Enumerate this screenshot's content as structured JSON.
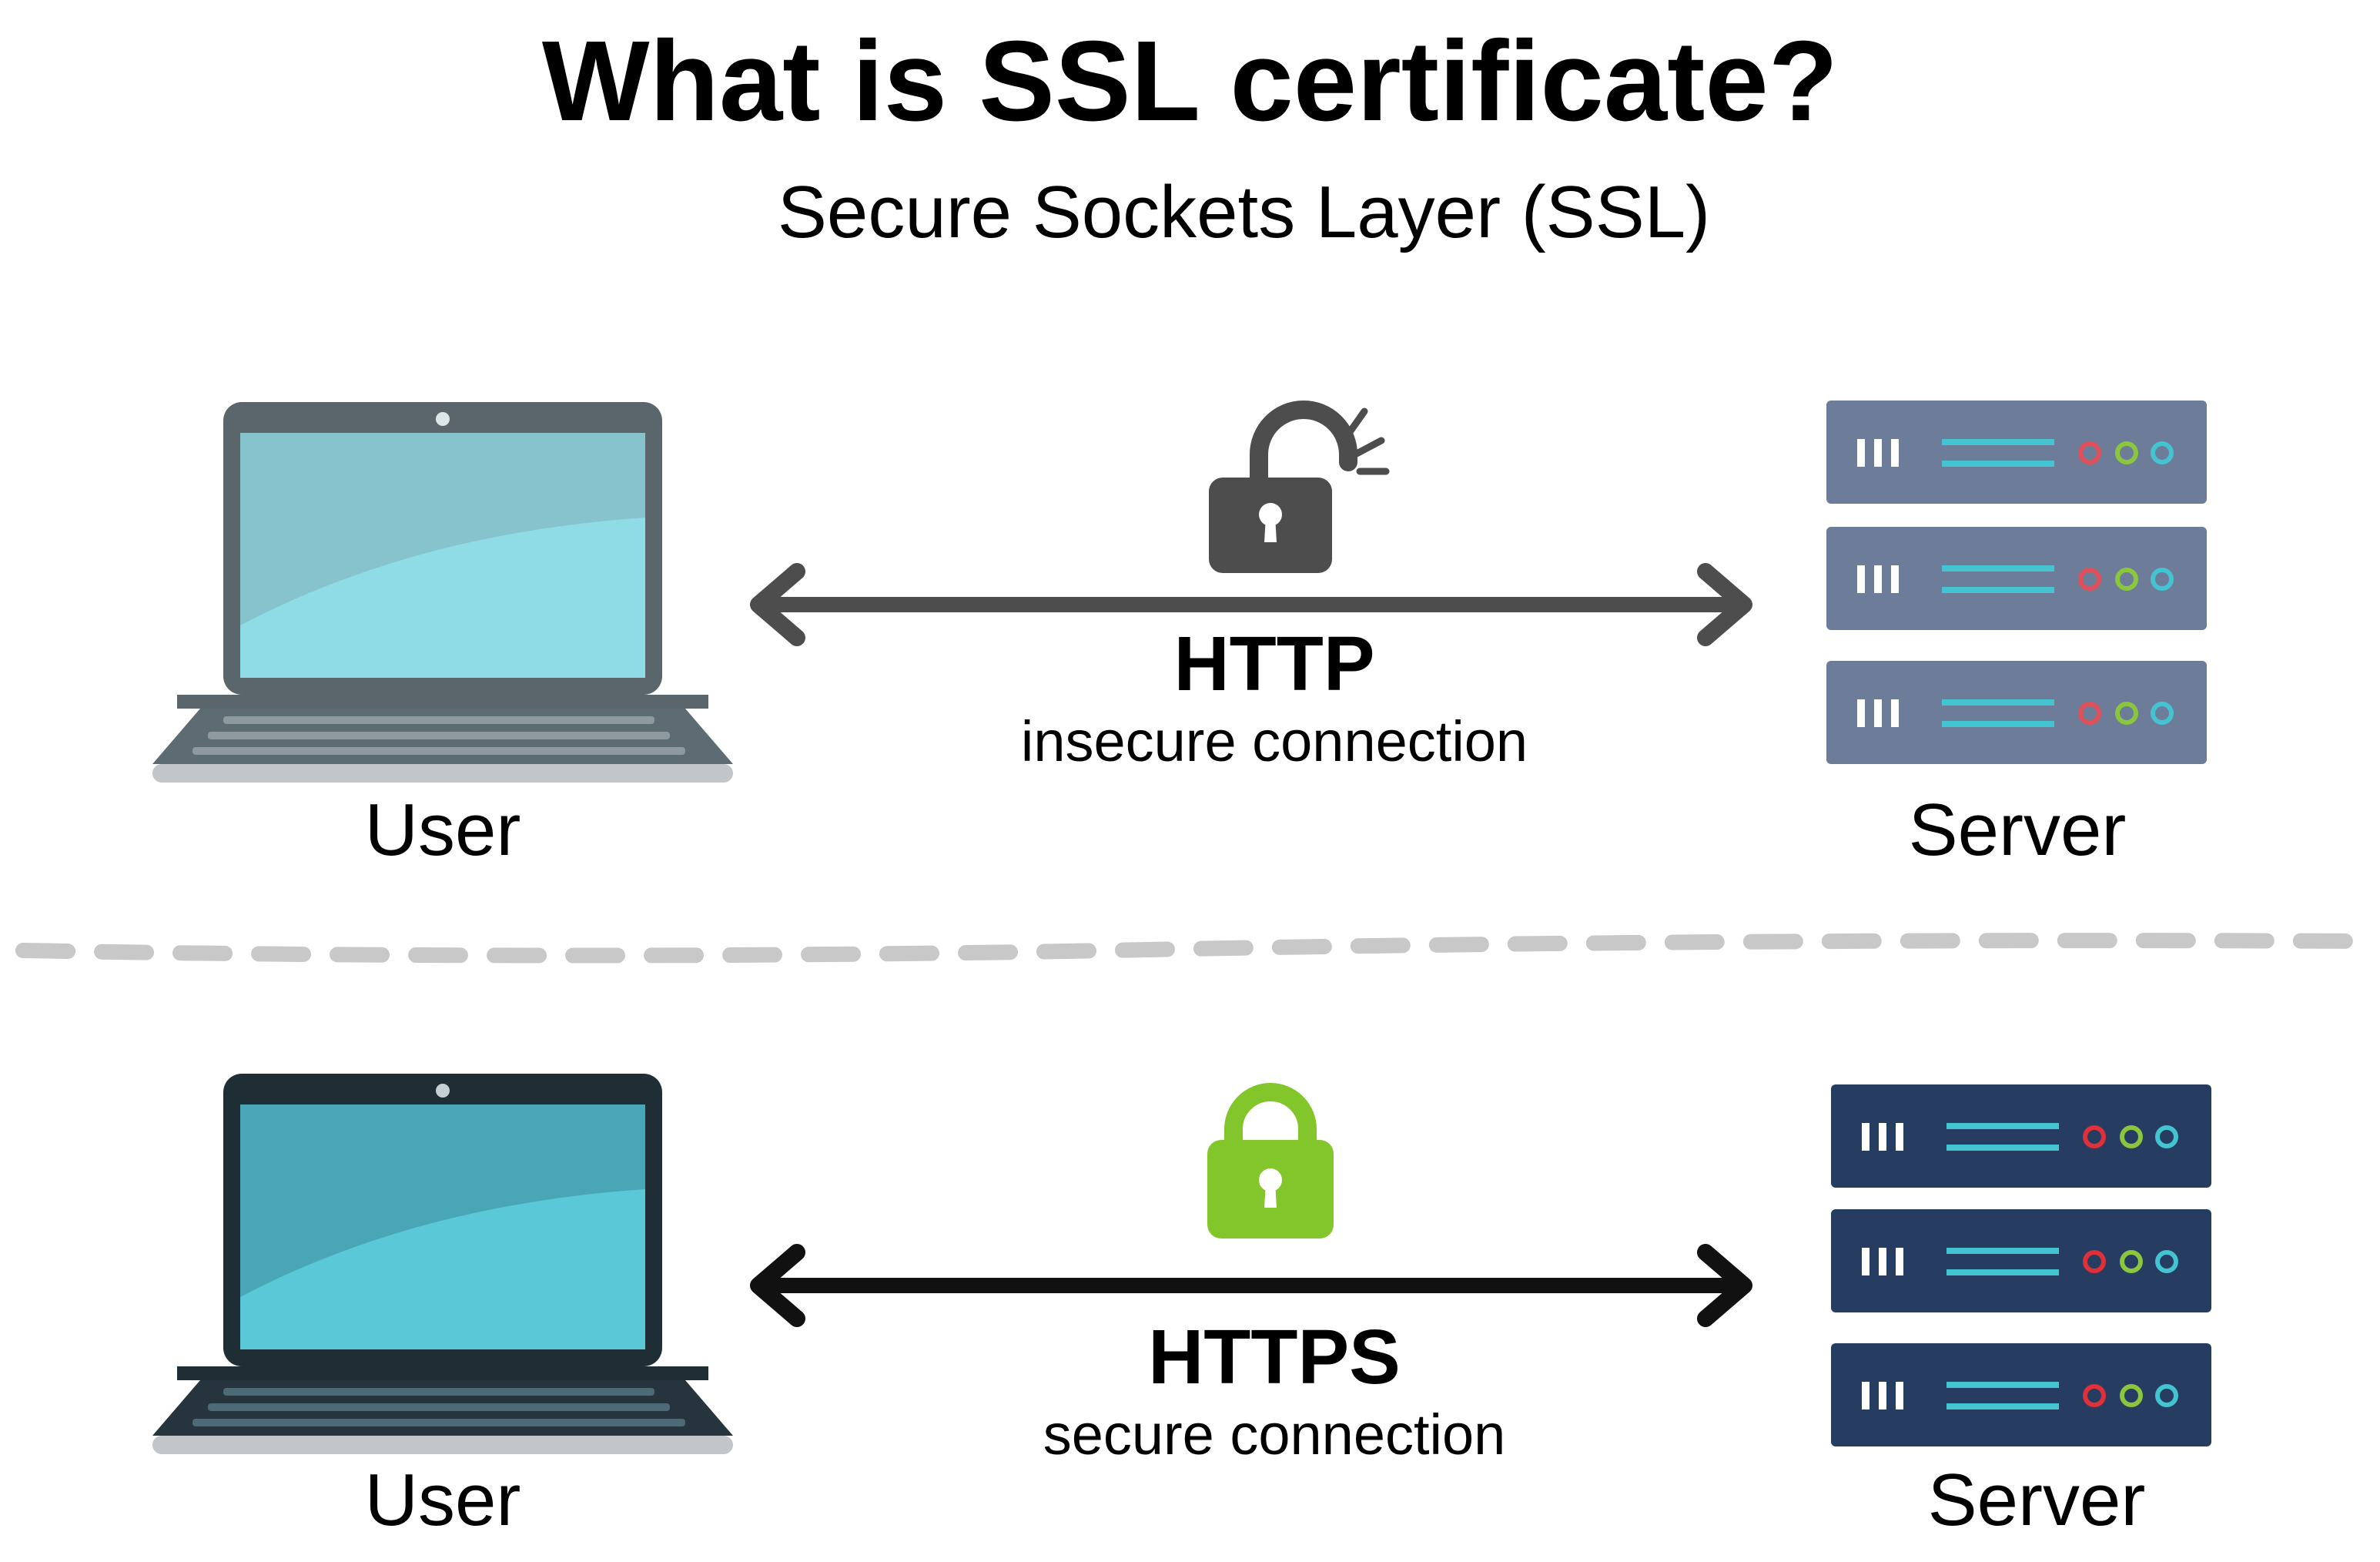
{
  "header": {
    "title": "What is SSL certificate?",
    "subtitle": "Secure Sockets Layer (SSL)"
  },
  "rows": [
    {
      "protocol": "HTTP",
      "connection": "insecure connection",
      "client_label": "User",
      "server_label": "Server",
      "lock_icon": "open-padlock-icon",
      "lock_color": "#4d4d4d",
      "arrow_color": "#4d4d4d",
      "laptop_screen_color": "#8fd9e4",
      "server_color": "#6c7c99"
    },
    {
      "protocol": "HTTPS",
      "connection": "secure connection",
      "client_label": "User",
      "server_label": "Server",
      "lock_icon": "closed-padlock-icon",
      "lock_color": "#82c62b",
      "arrow_color": "#111111",
      "laptop_screen_color": "#5bc8d7",
      "server_color": "#273c61"
    }
  ]
}
